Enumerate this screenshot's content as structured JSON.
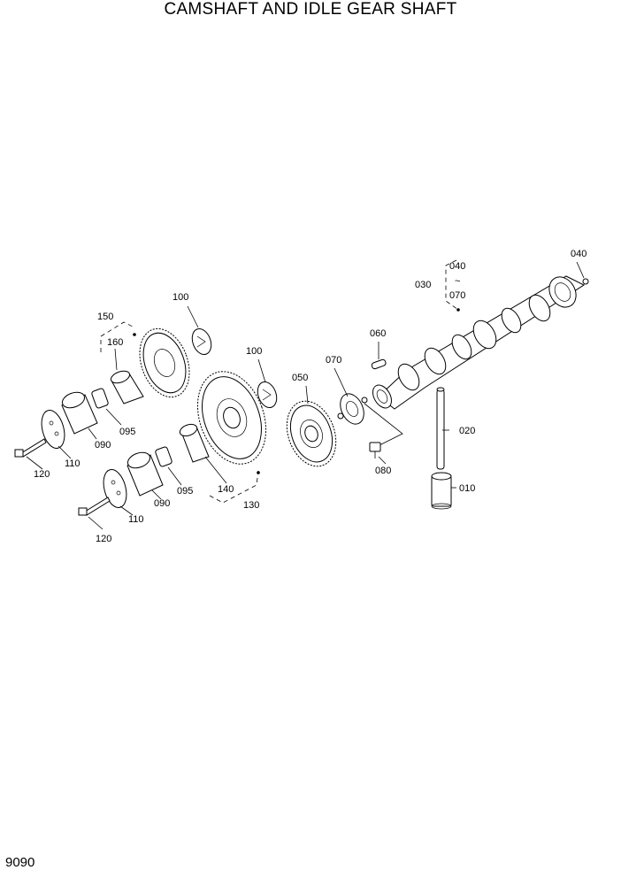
{
  "title": "CAMSHAFT AND IDLE GEAR SHAFT",
  "page_number": "9090",
  "labels": {
    "p010": "010",
    "p020": "020",
    "p030": "030",
    "p040_top": "040",
    "p040_range": "040",
    "p040_tilde": "~",
    "p070_range": "070",
    "p050": "050",
    "p060": "060",
    "p070": "070",
    "p080": "080",
    "p090_upper": "090",
    "p090_lower": "090",
    "p095_upper": "095",
    "p095_lower": "095",
    "p100_left": "100",
    "p100_right": "100",
    "p110_upper": "110",
    "p110_lower": "110",
    "p120_upper": "120",
    "p120_lower": "120",
    "p130": "130",
    "p140": "140",
    "p150": "150",
    "p160": "160"
  }
}
